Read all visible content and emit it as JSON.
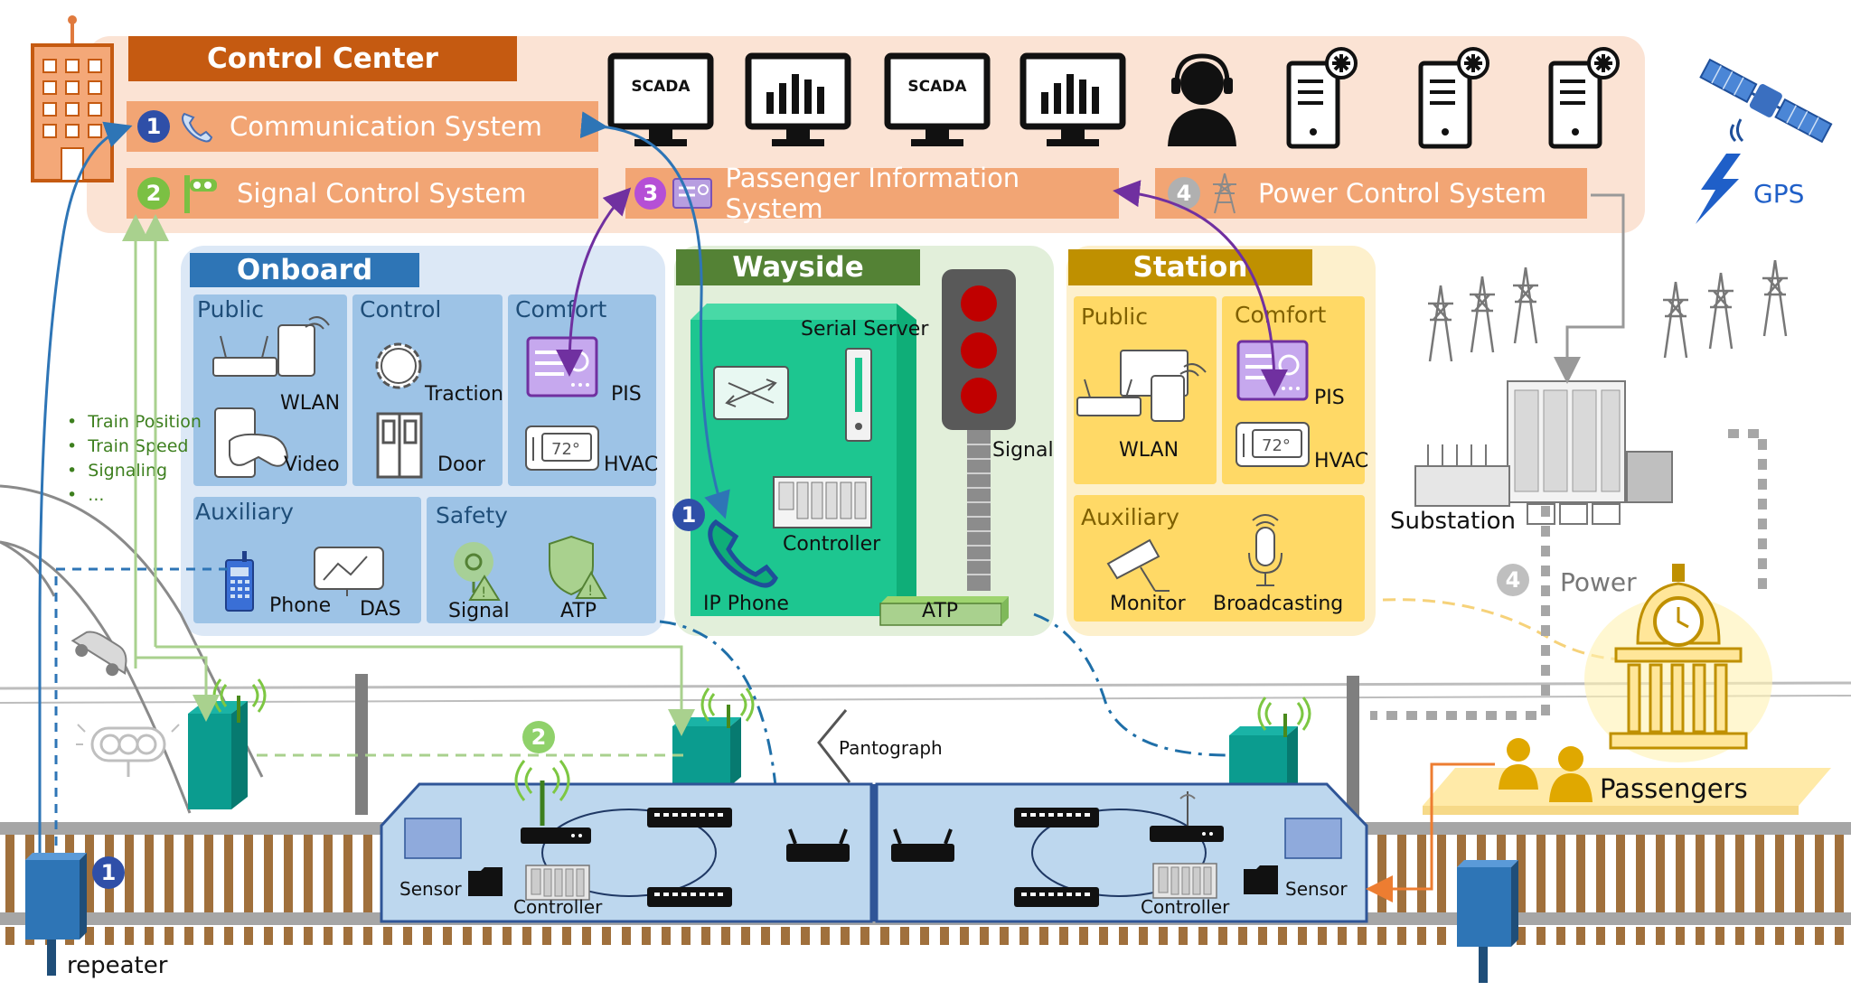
{
  "control_center": {
    "title": "Control Center",
    "systems": [
      {
        "num": "1",
        "label": "Communication System",
        "badge_color": "#2f4fa8"
      },
      {
        "num": "2",
        "label": "Signal Control System",
        "badge_color": "#7bc043"
      },
      {
        "num": "3",
        "label": "Passenger Information System",
        "badge_color": "#a64dcc"
      },
      {
        "num": "4",
        "label": "Power Control System",
        "badge_color": "#9a9a9a"
      }
    ],
    "monitors": [
      {
        "type": "text",
        "label": "SCADA"
      },
      {
        "type": "bars",
        "label": ""
      },
      {
        "type": "text",
        "label": "SCADA"
      },
      {
        "type": "bars",
        "label": ""
      }
    ]
  },
  "gps": {
    "label": "GPS"
  },
  "onboard": {
    "title": "Onboard",
    "public": {
      "title": "Public",
      "items": [
        "WLAN",
        "Video"
      ]
    },
    "control": {
      "title": "Control",
      "items": [
        "Traction",
        "Door"
      ]
    },
    "comfort": {
      "title": "Comfort",
      "items": [
        "PIS",
        "HVAC"
      ]
    },
    "auxiliary": {
      "title": "Auxiliary",
      "items": [
        "Phone",
        "DAS"
      ]
    },
    "safety": {
      "title": "Safety",
      "items": [
        "Signal",
        "ATP"
      ]
    }
  },
  "wayside": {
    "title": "Wayside",
    "serial_server": "Serial Server",
    "controller": "Controller",
    "ip_phone": "IP Phone",
    "ip_phone_num": "1",
    "signal": "Signal",
    "atp": "ATP"
  },
  "station": {
    "title": "Station",
    "public": {
      "title": "Public",
      "items": [
        "WLAN"
      ]
    },
    "comfort": {
      "title": "Comfort",
      "items": [
        "PIS",
        "HVAC"
      ]
    },
    "auxiliary": {
      "title": "Auxiliary",
      "items": [
        "Monitor",
        "Broadcasting"
      ]
    }
  },
  "substation": {
    "label": "Substation"
  },
  "power": {
    "num": "4",
    "label": "Power"
  },
  "train_info": [
    "Train Position",
    "Train Speed",
    "Signaling",
    "..."
  ],
  "track": {
    "pantograph": "Pantograph",
    "repeater": "repeater",
    "repeater_num": "1",
    "link_num": "2",
    "passengers": "Passengers",
    "sensor_left": "Sensor",
    "controller_left": "Controller",
    "sensor_right": "Sensor",
    "controller_right": "Controller"
  },
  "colors": {
    "control_center_bg": "#fbe3d4",
    "control_center_header": "#c55a11",
    "system_bar": "#f2a574",
    "onboard_bg": "#dce8f6",
    "onboard_header": "#2e75b6",
    "onboard_sub": "#9dc3e6",
    "wayside_bg": "#e2efda",
    "wayside_header": "#548235",
    "wayside_cabinet": "#1dc690",
    "station_bg": "#fdf0cc",
    "station_header": "#bf9000",
    "station_sub": "#ffd966",
    "blue_link": "#2e75b6",
    "purple_link": "#7030a0",
    "green_link": "#a9d18e"
  }
}
